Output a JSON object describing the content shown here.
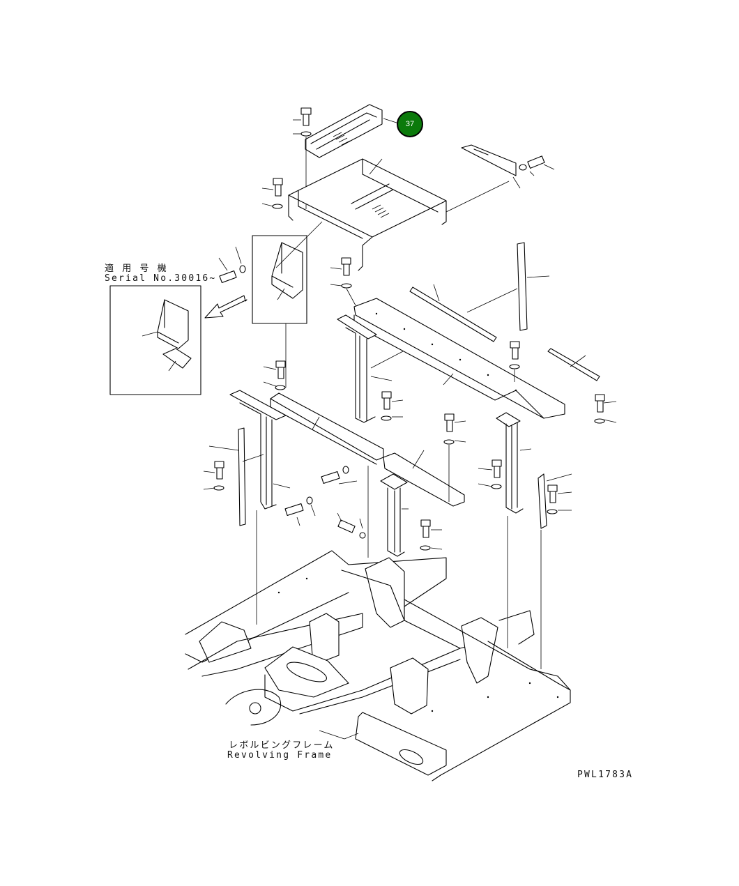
{
  "callout": {
    "number": "37"
  },
  "serial_note": {
    "line1": "適 用 号 機",
    "line2": "Serial No.30016~"
  },
  "frame_label": {
    "jp": "レボルビングフレーム",
    "en": "Revolving Frame"
  },
  "drawing_code": "PWL1783A",
  "colors": {
    "callout_fill": "#0b7a0b",
    "line": "#000000",
    "background": "#ffffff"
  }
}
